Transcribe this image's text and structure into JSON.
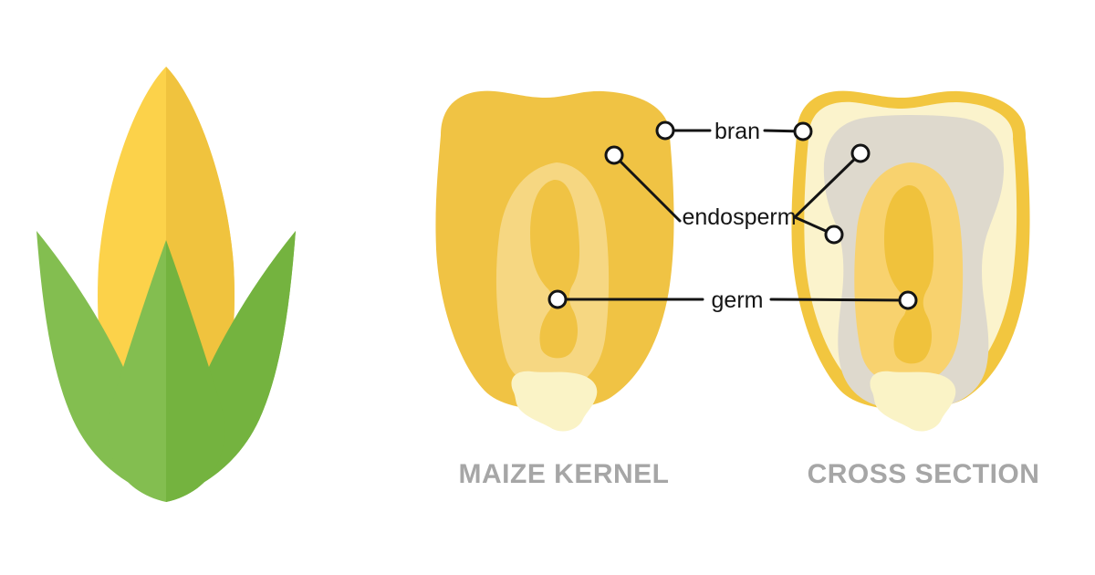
{
  "page": {
    "background": "#FFFFFF"
  },
  "colors": {
    "cob_light": "#FCD24A",
    "cob_dark": "#F0C33E",
    "leaf_light": "#83BE50",
    "leaf_dark": "#74B33F",
    "kernel_body": "#F0C344",
    "kernel_inner_light": "#F6D782",
    "bran_coat": "#F2C63F",
    "inner_cream": "#FBF3CC",
    "endosperm_gray": "#DED9CD",
    "germ_light": "#F8D26E",
    "germ_dark": "#F0C23C",
    "tip_cap_cream": "#FAF3C6",
    "leader_line": "#141414",
    "caption_gray": "#A6A6A6"
  },
  "diagram": {
    "labels": {
      "bran": "bran",
      "endosperm": "endosperm",
      "germ": "germ"
    },
    "captions": {
      "maize_kernel": "MAIZE KERNEL",
      "cross_section": "CROSS SECTION"
    }
  }
}
